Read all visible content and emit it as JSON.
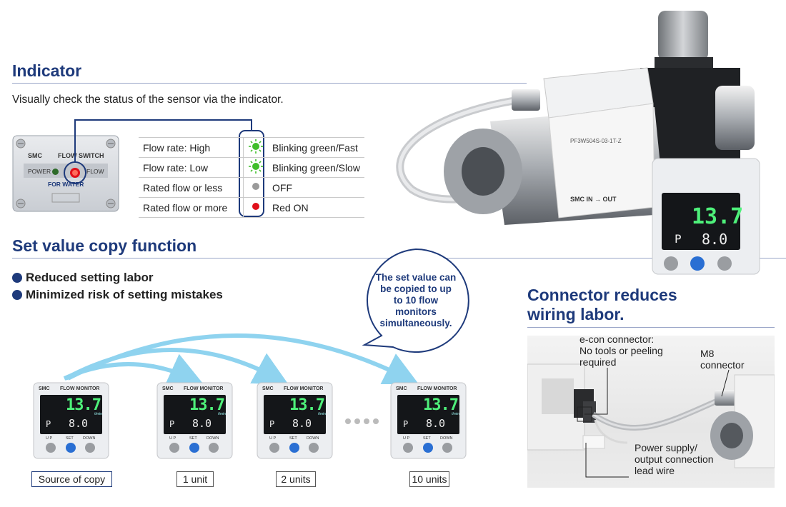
{
  "indicator": {
    "title": "Indicator",
    "intro": "Visually check the status of the sensor via the indicator.",
    "panel": {
      "brand": "SMC",
      "name": "FLOW SWITCH",
      "power": "POWER",
      "flow": "FLOW",
      "for_water": "FOR WATER"
    },
    "rows": [
      {
        "condition": "Flow rate: High",
        "status": "Blinking green/Fast",
        "lamp_color": "#3fbf2a"
      },
      {
        "condition": "Flow rate: Low",
        "status": "Blinking green/Slow",
        "lamp_color": "#3fbf2a"
      },
      {
        "condition": "Rated flow or less",
        "status": "OFF",
        "lamp_color": "#9a9a9a"
      },
      {
        "condition": "Rated flow or more",
        "status": "Red ON",
        "lamp_color": "#e0101a"
      }
    ]
  },
  "copy": {
    "title": "Set value copy function",
    "bullets": [
      "Reduced setting labor",
      "Minimized risk of setting mistakes"
    ],
    "callout": [
      "The set value can",
      "be copied to up",
      "to 10 flow",
      "monitors",
      "simultaneously."
    ],
    "monitor": {
      "brand": "SMC",
      "name": "FLOW MONITOR",
      "reading": "13.7",
      "unit": "ℓ/min",
      "p_label": "P",
      "p_value": "8.0",
      "up": "U P",
      "set": "SET",
      "down": "DOWN"
    },
    "labels": [
      "Source of copy",
      "1 unit",
      "2 units",
      "10 units"
    ]
  },
  "connector": {
    "title_line1": "Connector reduces",
    "title_line2": "wiring labor.",
    "econ_note": [
      "e-con connector:",
      "No tools or peeling",
      "required"
    ],
    "m8_note": [
      "M8",
      "connector"
    ],
    "power_note": [
      "Power supply/",
      "output connection",
      "lead wire"
    ]
  },
  "colors": {
    "brand_blue": "#1e3a7b",
    "rule": "#9aa6c8",
    "arrow": "#8fd3ef",
    "lcd_green": "#4ef07a",
    "lcd_red": "#e23a2a"
  }
}
